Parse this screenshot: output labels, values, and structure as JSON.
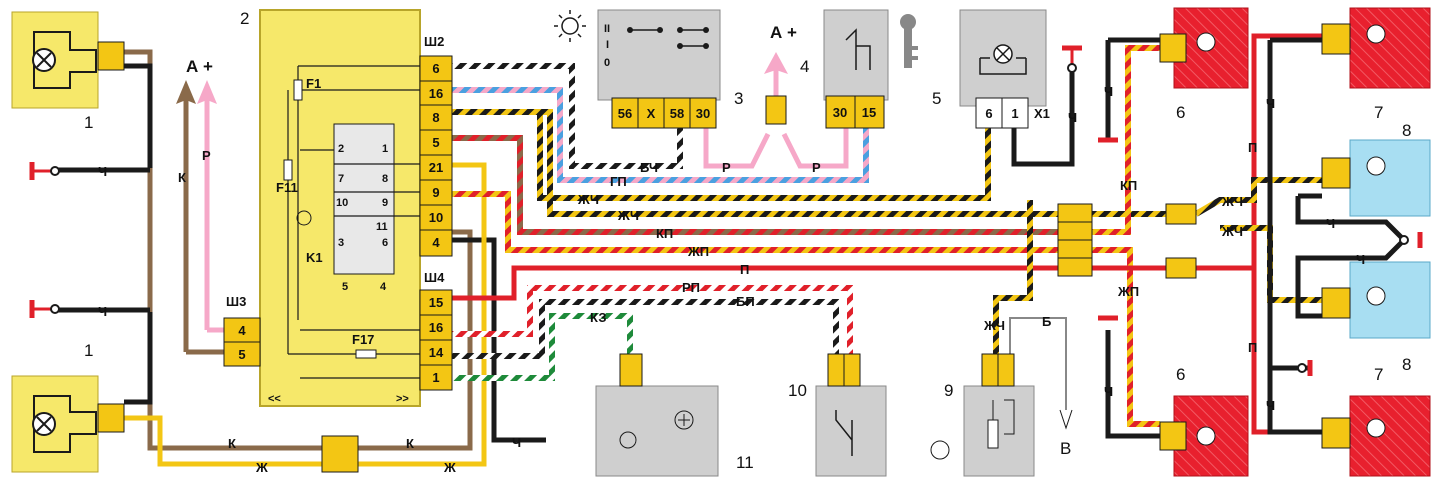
{
  "block_label": {
    "number": "2",
    "connectors": {
      "sh2": "Ш2",
      "sh3": "Ш3",
      "sh4": "Ш4"
    }
  },
  "fuses": {
    "f1": "F1",
    "f11": "F11",
    "f17": "F17"
  },
  "relay": {
    "name": "K1",
    "pins": [
      "2",
      "1",
      "7",
      "8",
      "10",
      "9",
      "11",
      "3",
      "6",
      "5",
      "4"
    ]
  },
  "sh2_pins": [
    "6",
    "16",
    "8",
    "5",
    "21",
    "9",
    "10",
    "4"
  ],
  "sh3_pins": [
    "4",
    "5"
  ],
  "sh4_pins": [
    "15",
    "16",
    "14",
    "1"
  ],
  "supply": {
    "a_plus": "А +"
  },
  "components": {
    "c1": "1",
    "c3": "3",
    "c4": "4",
    "c5": "5",
    "c6": "6",
    "c7": "7",
    "c8": "8",
    "c9": "9",
    "c10": "10",
    "c11": "11"
  },
  "switch3": {
    "pins": [
      "56",
      "X",
      "58",
      "30"
    ],
    "positions": [
      "II",
      "I",
      "0"
    ]
  },
  "ignition4": {
    "pins": [
      "30",
      "15"
    ]
  },
  "relay5": {
    "pins": [
      "6",
      "1"
    ],
    "connector": "X1"
  },
  "wires": {
    "k": "К",
    "r": "Р",
    "ch": "Ч",
    "zh": "Ж",
    "bch": "БЧ",
    "gp": "ГП",
    "zhch": "ЖЧ",
    "kp": "КП",
    "zhp": "ЖП",
    "p": "П",
    "rp": "РП",
    "bp": "БП",
    "kz": "КЗ",
    "b": "Б",
    "v": "В"
  }
}
